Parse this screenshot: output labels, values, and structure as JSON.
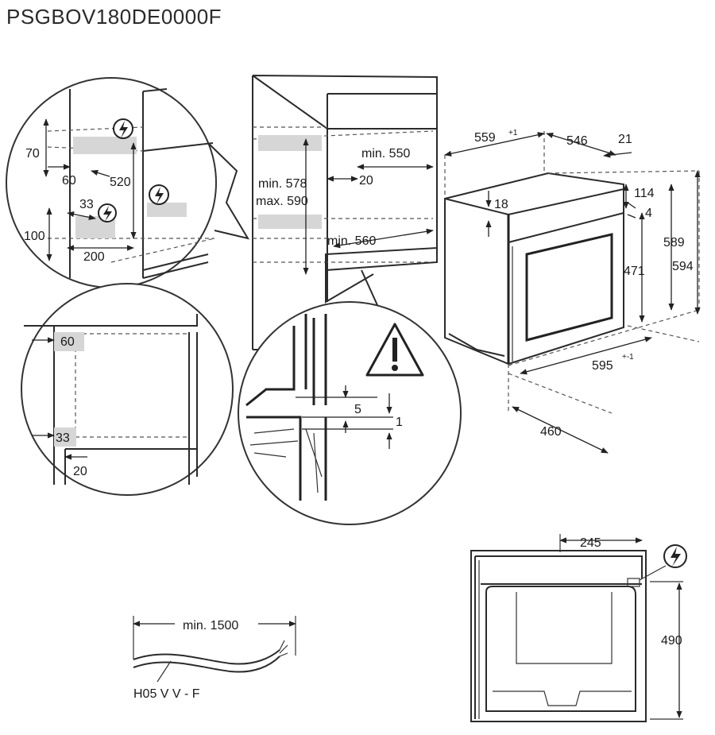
{
  "model_code": "PSGBOV180DE0000F",
  "detail_top_left": {
    "d70": "70",
    "d60": "60",
    "d520": "520",
    "d33": "33",
    "d100": "100",
    "d200": "200"
  },
  "cabinet": {
    "min550": "min. 550",
    "min578": "min. 578",
    "max590": "max. 590",
    "d20": "20",
    "min560": "min. 560"
  },
  "detail_bottom_left": {
    "d60": "60",
    "d33": "33",
    "d20": "20"
  },
  "detail_bottom_center": {
    "d5": "5",
    "d1": "1"
  },
  "oven": {
    "d559": "559",
    "d559_tol": "+1",
    "d546": "546",
    "d21": "21",
    "d114": "114",
    "d18": "18",
    "d4": "4",
    "d589": "589",
    "d594": "594",
    "d471": "471",
    "d595": "595",
    "d595_tol": "+-1",
    "d460": "460"
  },
  "cable": {
    "min1500": "min. 1500",
    "type": "H05 V V - F"
  },
  "rear_view": {
    "d245": "245",
    "d490": "490"
  },
  "icons": [
    "electric-hazard-icon",
    "warning-triangle-icon"
  ]
}
